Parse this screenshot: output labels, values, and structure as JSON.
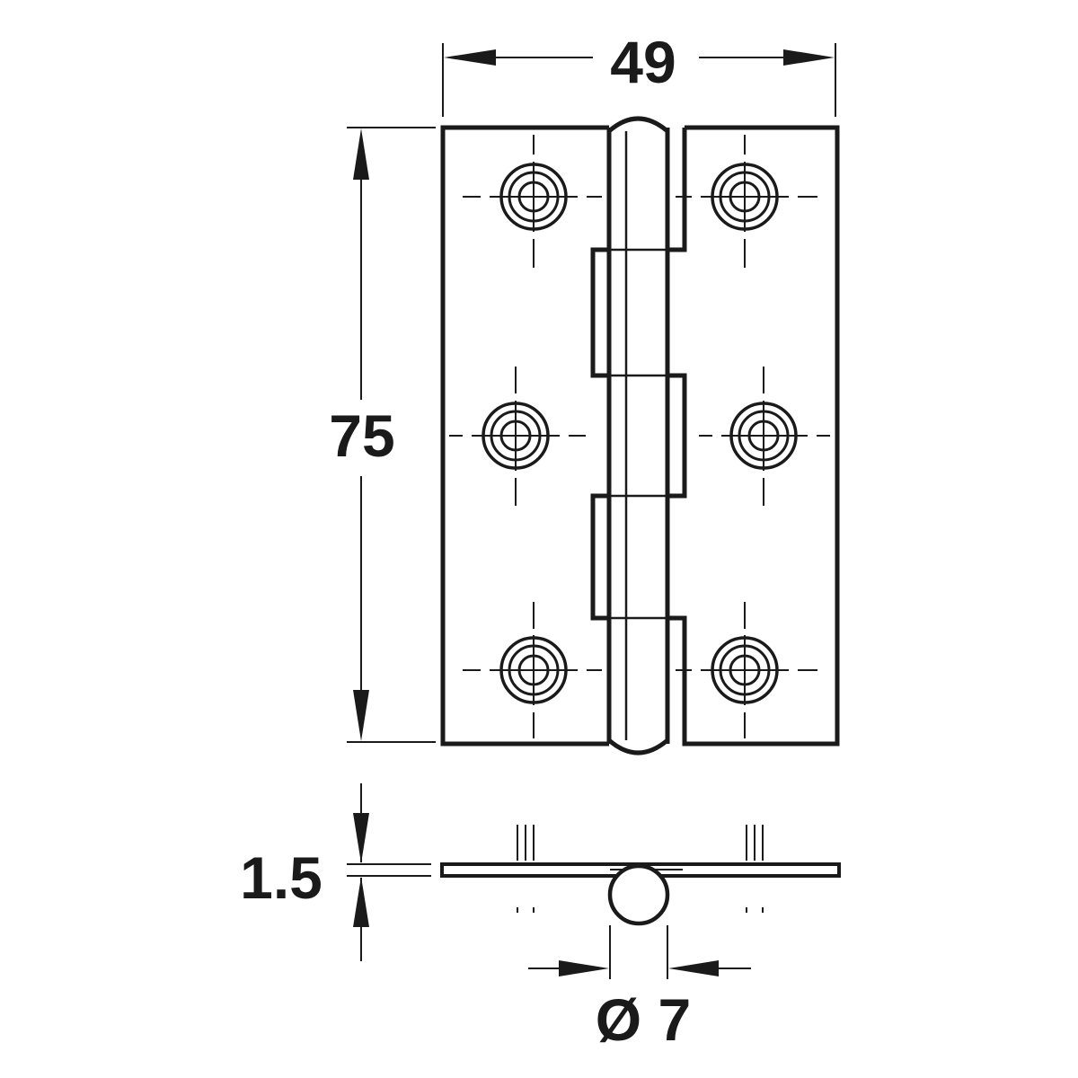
{
  "dimensions": {
    "width": "49",
    "height": "75",
    "thickness": "1.5",
    "pin_diameter": "Ø 7"
  },
  "colors": {
    "line": "#1a1a1a",
    "background": "#ffffff"
  }
}
